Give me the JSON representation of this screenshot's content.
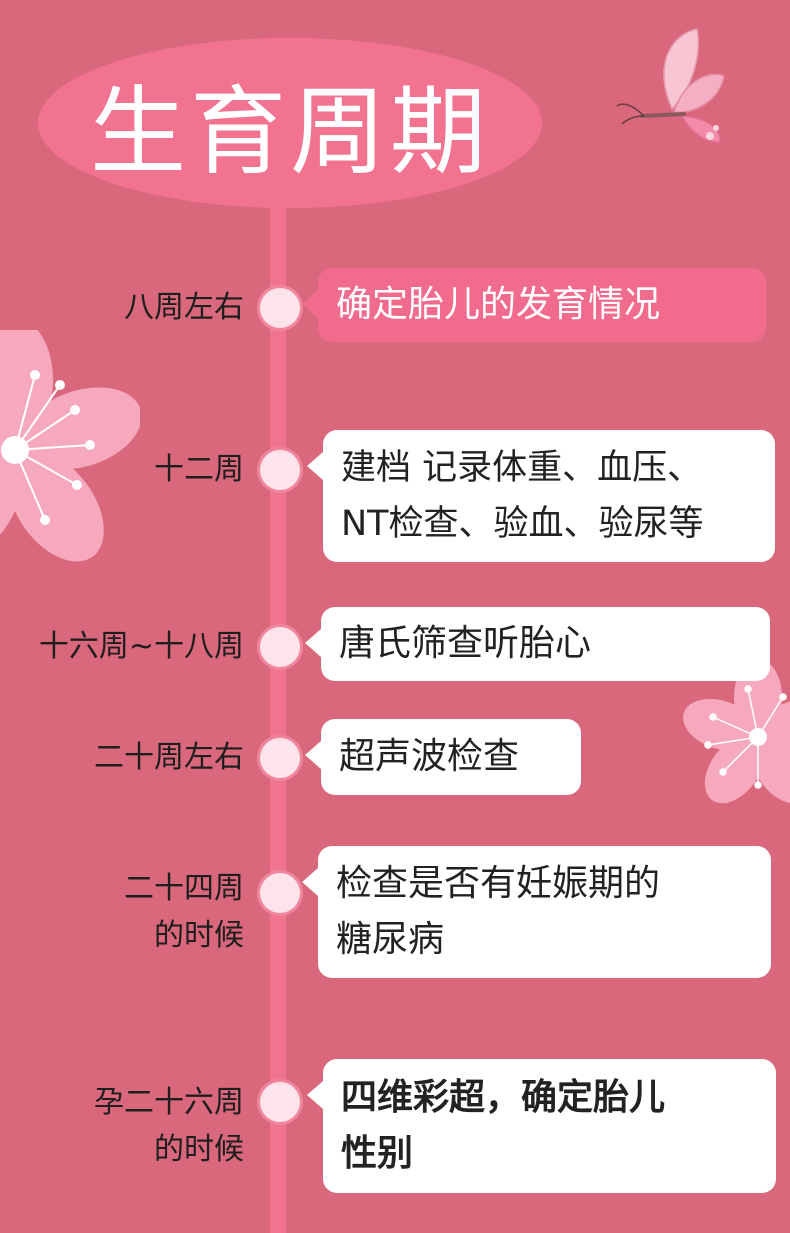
{
  "title": "生育周期",
  "timeline": [
    {
      "label_lines": [
        "八周左右"
      ],
      "text_lines": [
        "确定胎儿的发育情况"
      ]
    },
    {
      "label_lines": [
        "十二周"
      ],
      "text_lines": [
        "建档 记录体重、血压、",
        "NT检查、验血、验尿等"
      ]
    },
    {
      "label_lines": [
        "十六周~十八周"
      ],
      "text_lines": [
        "唐氏筛查听胎心"
      ]
    },
    {
      "label_lines": [
        "二十周左右"
      ],
      "text_lines": [
        "超声波检查"
      ]
    },
    {
      "label_lines": [
        "二十四周",
        "的时候"
      ],
      "text_lines": [
        "检查是否有妊娠期的",
        "糖尿病"
      ]
    },
    {
      "label_lines": [
        "孕二十六周",
        "的时候"
      ],
      "text_lines": [
        "四维彩超，确定胎儿",
        "性别"
      ]
    }
  ],
  "colors": {
    "background": "#d9687c",
    "title_pill": "#f2738f",
    "timeline": "#f1748e",
    "highlight_box": "#f16b8c",
    "box": "#ffffff"
  },
  "decorations": [
    "butterfly-icon",
    "flower-icon-left",
    "flower-icon-right"
  ]
}
